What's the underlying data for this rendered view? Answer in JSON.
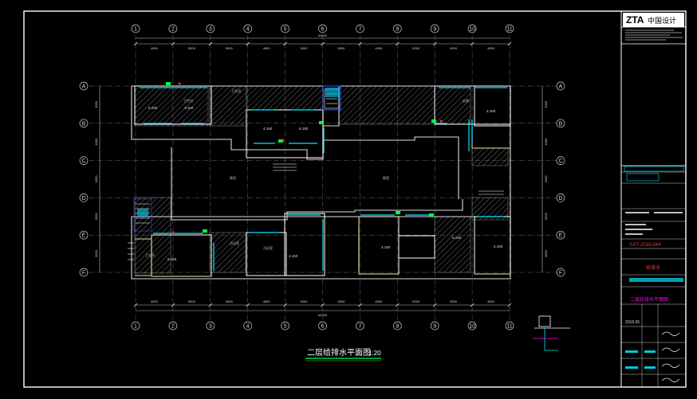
{
  "drawing": {
    "title": "二层给排水平面图",
    "scale": "1:20",
    "axes_x": [
      "1",
      "2",
      "3",
      "4",
      "5",
      "6",
      "7",
      "8",
      "9",
      "10",
      "11"
    ],
    "axes_y": [
      "A",
      "B",
      "C",
      "D",
      "E",
      "F"
    ],
    "dim_overall": "62000",
    "dim_bays": [
      "4500",
      "5000",
      "5000",
      "4500",
      "5000",
      "5000",
      "4500",
      "5000",
      "5000",
      "4500"
    ],
    "dim_rows": [
      "3000",
      "4000",
      "4000",
      "3000",
      "3000"
    ],
    "room_tags": [
      "5.150",
      "3.150",
      "4.150",
      "5.150",
      "3.150",
      "5.150",
      "4.150",
      "3.150",
      "5.150",
      "4.150"
    ],
    "room_names": [
      "卫生间",
      "卫生间",
      "教室",
      "教室",
      "走廊",
      "活动室",
      "活动室",
      "卫生间"
    ]
  },
  "title_block": {
    "logo": "ZTA",
    "company": "中国设计",
    "project_code": "GXT-2019-044",
    "sheet_name": "二层给排水平面图",
    "discipline": "给排水",
    "date": "2019.05"
  },
  "colors": {
    "bg": "#000000",
    "frame": "#ffffff",
    "wall": "#dcdcdc",
    "pipe": "#00e5ff",
    "hatch": "#808080",
    "room": "#ffffff",
    "green": "#00ff44",
    "magenta": "#ff00ff",
    "red": "#ff3333",
    "grid": "#bfbfbf",
    "tan": "#a89a70",
    "blue": "#3355ff"
  }
}
